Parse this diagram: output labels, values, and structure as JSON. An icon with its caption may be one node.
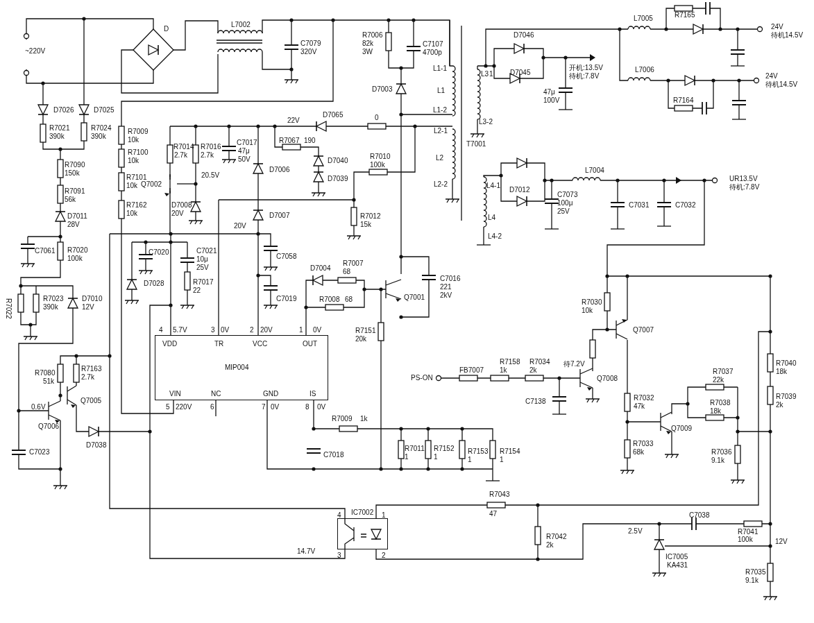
{
  "diagram": {
    "nodes": [
      {
        "text": [
          "MIP004",
          "VDD",
          "TR",
          "VCC",
          "OUT",
          "VIN",
          "NC",
          "GND",
          "IS"
        ],
        "beside": [
          "4",
          "5.7V",
          "3",
          "0V",
          "2",
          "20V",
          "1",
          "0V",
          "5",
          "220V",
          "6",
          "7",
          "0V",
          "8",
          "0V"
        ]
      },
      {
        "text": [
          "IC7002"
        ],
        "beside": [
          "4",
          "1",
          "3",
          "2"
        ]
      }
    ],
    "edges": [
      {
        "from": 0,
        "to": 1,
        "arrow": "none"
      }
    ],
    "labels": [
      "~220V",
      "D",
      "L7002",
      "C7079",
      "320V",
      "R7006",
      "82k",
      "3W",
      "C7107",
      "4700p",
      "L1-1",
      "L1",
      "L1-2",
      "D7003",
      "D7046",
      "L3",
      "1",
      "D7045",
      "L3-2",
      "T7001",
      "L7005",
      "R7165",
      "24V",
      "待机14.5V",
      "开机:13.5V",
      "待机:7.8V",
      "47μ",
      "100V",
      "L7006",
      "R7164",
      "24V",
      "待机14.5V",
      "D7026",
      "D7025",
      "R7021",
      "390k",
      "R7024",
      "390k",
      "R7009",
      "10k",
      "R7100",
      "10k",
      "R7101",
      "10k",
      "R7162",
      "10k",
      "R7014",
      "2.7k",
      "R7016",
      "2.7k",
      "C7017",
      "47μ",
      "50V",
      "22V",
      "D7065",
      "0",
      "R7067",
      "190",
      "D7040",
      "D7039",
      "D7006",
      "R7010",
      "100k",
      "L2-1",
      "L2",
      "L2-2",
      "L4-1",
      "D7012",
      "L4",
      "L4-2",
      "L7004",
      "C7073",
      "100μ",
      "25V",
      "C7031",
      "C7032",
      "UR13.5V",
      "待机:7.8V",
      "R7090",
      "150k",
      "R7091",
      "56k",
      "D7011",
      "28V",
      "20.5V",
      "Q7002",
      "D7008",
      "20V",
      "20V",
      "D7007",
      "R7012",
      "15k",
      "C7061",
      "R7020",
      "100k",
      "C7020",
      "C7021",
      "10μ",
      "25V",
      "D7028",
      "R7017",
      "22",
      "C7058",
      "C7019",
      "D7004",
      "R7007",
      "68",
      "C7016",
      "221",
      "2kV",
      "R7008",
      "68",
      "Q7001",
      "R7022",
      "R7023",
      "390k",
      "D7010",
      "12V",
      "R7030",
      "10k",
      "R7151",
      "20k",
      "Q7007",
      "R7080",
      "51k",
      "R7163",
      "2.7k",
      "Q7005",
      "0.6V",
      "Q7006",
      "D7038",
      "C7023",
      "PS-ON",
      "FB7007",
      "R7158",
      "1k",
      "R7034",
      "2k",
      "待7.2V",
      "Q7008",
      "C7138",
      "R7037",
      "22k",
      "R7032",
      "47k",
      "R7038",
      "18k",
      "R7009",
      "1k",
      "Q7009",
      "R7033",
      "68k",
      "R7036",
      "9.1k",
      "R7040",
      "18k",
      "R7039",
      "2k",
      "R7011",
      "1",
      "R7152",
      "1",
      "R7153",
      "1",
      "R7154",
      "1",
      "C7018",
      "R7043",
      "47",
      "14.7V",
      "C7038",
      "2.5V",
      "R7041",
      "100k",
      "12V",
      "IC7005",
      "KA431",
      "R7042",
      "2k",
      "R7035",
      "9.1k"
    ]
  }
}
